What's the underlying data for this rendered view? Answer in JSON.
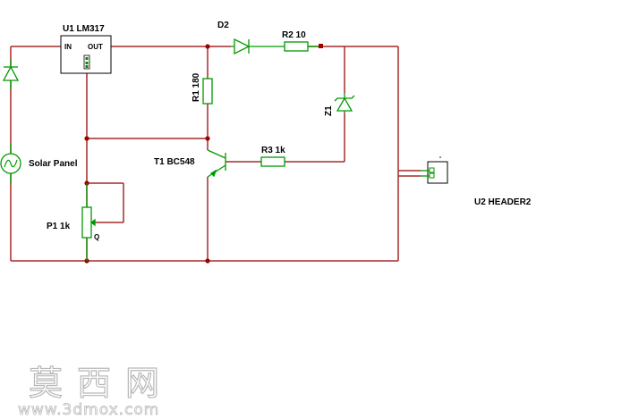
{
  "components": {
    "u1_ref": "U1 LM317",
    "u1_in": "IN",
    "u1_out": "OUT",
    "d2_ref": "D2",
    "r2_ref": "R2 10",
    "r1_ref": "R1 180",
    "z1_ref": "Z1",
    "r3_ref": "R3 1k",
    "t1_ref": "T1 BC548",
    "solar_ref": "Solar Panel",
    "p1_ref": "P1 1k",
    "p1_pin": "Q",
    "u2_ref": "U2 HEADER2"
  },
  "watermark": {
    "chinese": "莫西网",
    "url": "www.3dmox.com"
  },
  "colors": {
    "wire": "#a52a2a",
    "component": "#009900",
    "junction": "#a00000",
    "text": "#000000",
    "watermark": "#b8b8b8"
  }
}
